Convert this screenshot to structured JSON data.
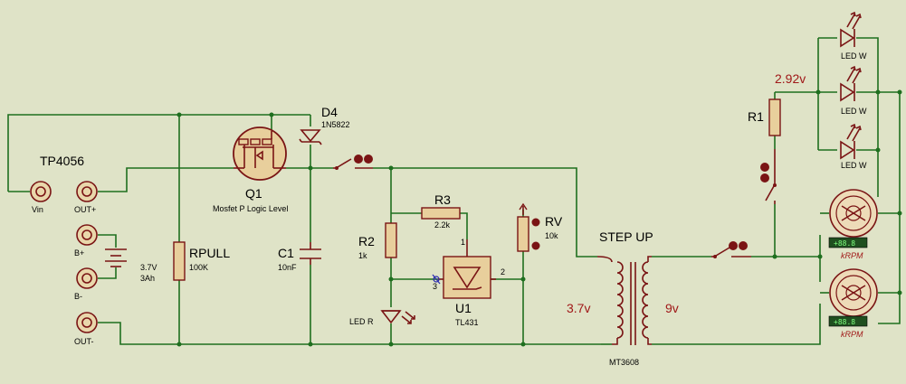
{
  "labels": {
    "tp4056": "TP4056",
    "vin": "Vin",
    "out_plus": "OUT+",
    "b_plus": "B+",
    "b_minus": "B-",
    "out_minus": "OUT-",
    "battery_voltage": "3.7V",
    "battery_capacity": "3Ah",
    "rpull_name": "RPULL",
    "rpull_value": "100K",
    "q1_name": "Q1",
    "q1_desc": "Mosfet P Logic Level",
    "d4_name": "D4",
    "d4_part": "1N5822",
    "c1_name": "C1",
    "c1_value": "10nF",
    "r2_name": "R2",
    "r2_value": "1k",
    "r3_name": "R3",
    "r3_value": "2.2k",
    "rv_name": "RV",
    "rv_value": "10k",
    "u1_name": "U1",
    "u1_part": "TL431",
    "u1_pin1": "1",
    "u1_pin2": "2",
    "u1_pin3": "3",
    "led_r": "LED R",
    "step_up": "STEP UP",
    "step_up_part": "MT3608",
    "v_in_probe": "3.7v",
    "v_out_probe": "9v",
    "r1_name": "R1",
    "r1_probe": "2.92v",
    "led_w": "LED W",
    "motor_display": "+88.8",
    "motor_unit": "kRPM"
  }
}
